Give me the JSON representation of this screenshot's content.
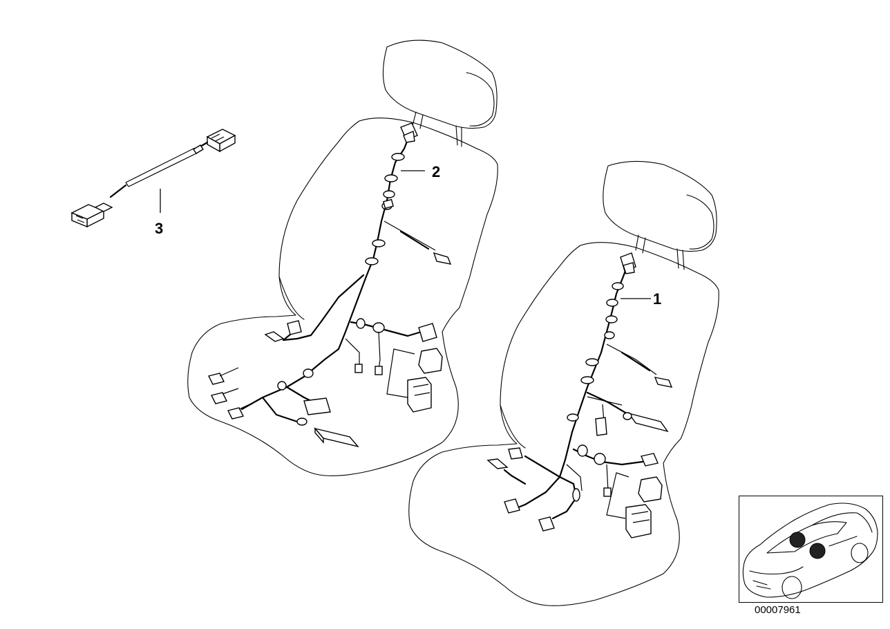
{
  "callouts": [
    {
      "id": "1",
      "label": "1"
    },
    {
      "id": "2",
      "label": "2"
    },
    {
      "id": "3",
      "label": "3"
    }
  ],
  "diagram_id": "00007961",
  "inset": {
    "markers": 2
  }
}
